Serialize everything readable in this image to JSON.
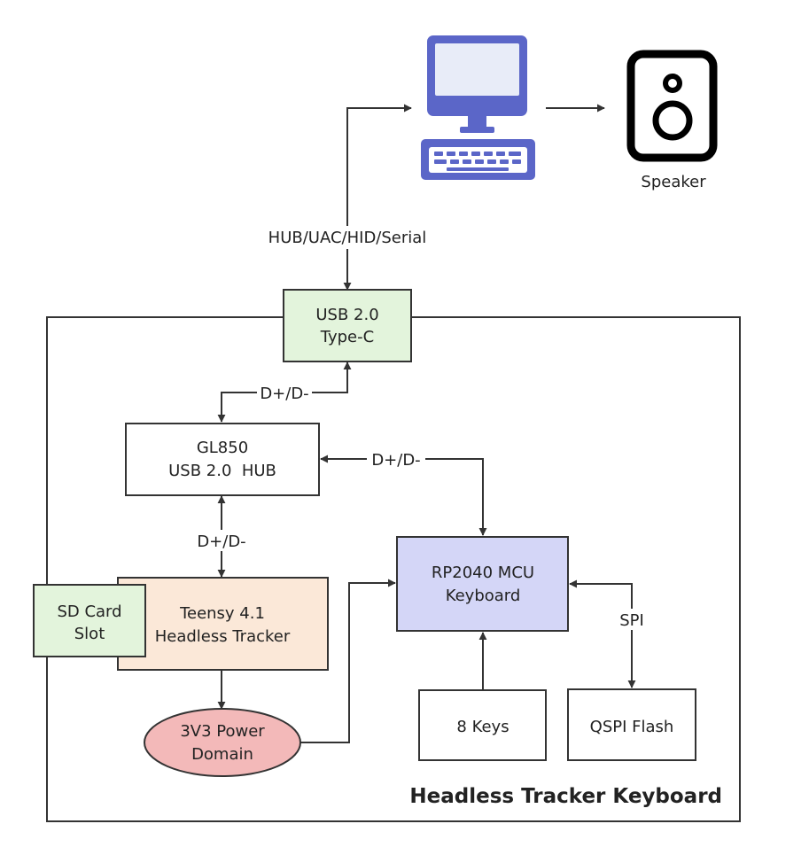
{
  "diagram": {
    "title": "Headless Tracker Keyboard",
    "speaker_label": "Speaker",
    "nodes": {
      "usb_c": {
        "line1": "USB 2.0",
        "line2": "Type-C"
      },
      "hub": {
        "line1": "GL850",
        "line2": "USB 2.0  HUB"
      },
      "teensy": {
        "line1": "Teensy 4.1",
        "line2": "Headless Tracker"
      },
      "sd_card": {
        "line1": "SD Card",
        "line2": "Slot"
      },
      "power": {
        "line1": "3V3 Power",
        "line2": "Domain"
      },
      "rp2040": {
        "line1": "RP2040 MCU",
        "line2": "Keyboard"
      },
      "keys": {
        "line1": "8 Keys"
      },
      "flash": {
        "line1": "QSPI Flash"
      }
    },
    "edge_labels": {
      "pc_usb": "HUB/UAC/HID/Serial",
      "usb_hub": "D+/D-",
      "hub_rp": "D+/D-",
      "hub_teensy": "D+/D-",
      "rp_flash": "SPI"
    },
    "colors": {
      "usb_fill": "#e3f4dc",
      "teensy_fill": "#fbe8d8",
      "power_fill": "#f3b9b9",
      "mcu_fill": "#d4d6f7",
      "computer_icon": "#5b66c8",
      "outline": "#333333"
    },
    "icons": {
      "computer": "desktop-computer-icon",
      "speaker": "speaker-icon"
    }
  }
}
